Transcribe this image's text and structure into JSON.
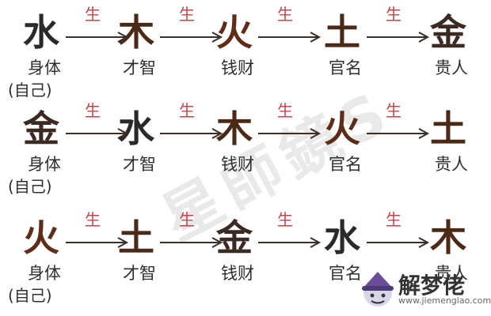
{
  "colors": {
    "water": "#2c2a28",
    "wood": "#4a2a17",
    "fire": "#5e2d1a",
    "earth": "#4a2a17",
    "metal": "#3a2a22",
    "arrow": "#3a2f26",
    "sheng": "#c1464e"
  },
  "watermark": {
    "text": "星師鏡S",
    "logo_text": "解梦佬",
    "logo_url": "www.jiemenglao.com",
    "logo_icon": "wizard-hat-icon"
  },
  "rows": [
    {
      "self_note": "(自己)",
      "cells": [
        {
          "element": "水",
          "kind": "water",
          "label": "身体"
        },
        {
          "element": "木",
          "kind": "wood",
          "label": "才智"
        },
        {
          "element": "火",
          "kind": "fire",
          "label": "钱财"
        },
        {
          "element": "土",
          "kind": "earth",
          "label": "官名"
        },
        {
          "element": "金",
          "kind": "metal",
          "label": "贵人"
        }
      ],
      "arrows": [
        "生",
        "生",
        "生",
        "生"
      ]
    },
    {
      "self_note": "(自己)",
      "cells": [
        {
          "element": "金",
          "kind": "metal",
          "label": "身体"
        },
        {
          "element": "水",
          "kind": "water",
          "label": "才智"
        },
        {
          "element": "木",
          "kind": "wood",
          "label": "钱财"
        },
        {
          "element": "火",
          "kind": "fire",
          "label": "官名"
        },
        {
          "element": "土",
          "kind": "earth",
          "label": "贵人"
        }
      ],
      "arrows": [
        "生",
        "生",
        "生",
        "生"
      ]
    },
    {
      "self_note": "(自己)",
      "cells": [
        {
          "element": "火",
          "kind": "fire",
          "label": "身体"
        },
        {
          "element": "土",
          "kind": "earth",
          "label": "才智"
        },
        {
          "element": "金",
          "kind": "metal",
          "label": "钱财"
        },
        {
          "element": "水",
          "kind": "water",
          "label": "官名"
        },
        {
          "element": "木",
          "kind": "wood",
          "label": "贵人"
        }
      ],
      "arrows": [
        "生",
        "生",
        "生",
        "生"
      ]
    }
  ]
}
